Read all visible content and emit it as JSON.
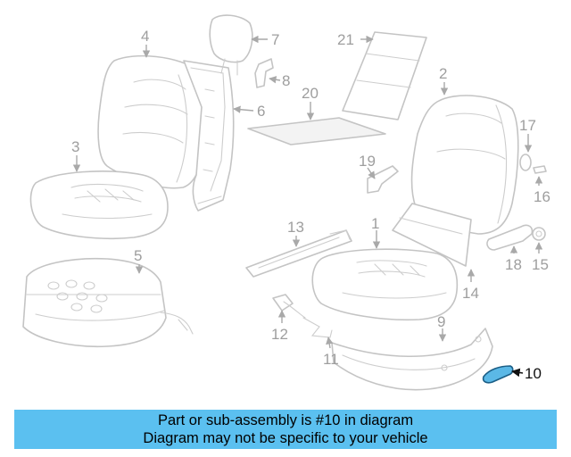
{
  "colors": {
    "background": "#ffffff",
    "outline": "#c4c4c4",
    "callout_text": "#9e9e9e",
    "highlight_fill": "#5bb8e6",
    "highlight_outline": "#1b5e86",
    "banner_background": "#5bc0f0",
    "banner_text": "#000000"
  },
  "callouts": {
    "c1": "1",
    "c2": "2",
    "c3": "3",
    "c4": "4",
    "c5": "5",
    "c6": "6",
    "c7": "7",
    "c8": "8",
    "c9": "9",
    "c10": "10",
    "c11": "11",
    "c12": "12",
    "c13": "13",
    "c14": "14",
    "c15": "15",
    "c16": "16",
    "c17": "17",
    "c18": "18",
    "c19": "19",
    "c20": "20",
    "c21": "21"
  },
  "highlighted_part": "10",
  "banner": {
    "line1": "Part or sub-assembly is #10 in diagram",
    "line2": "Diagram may not be specific to your vehicle"
  }
}
